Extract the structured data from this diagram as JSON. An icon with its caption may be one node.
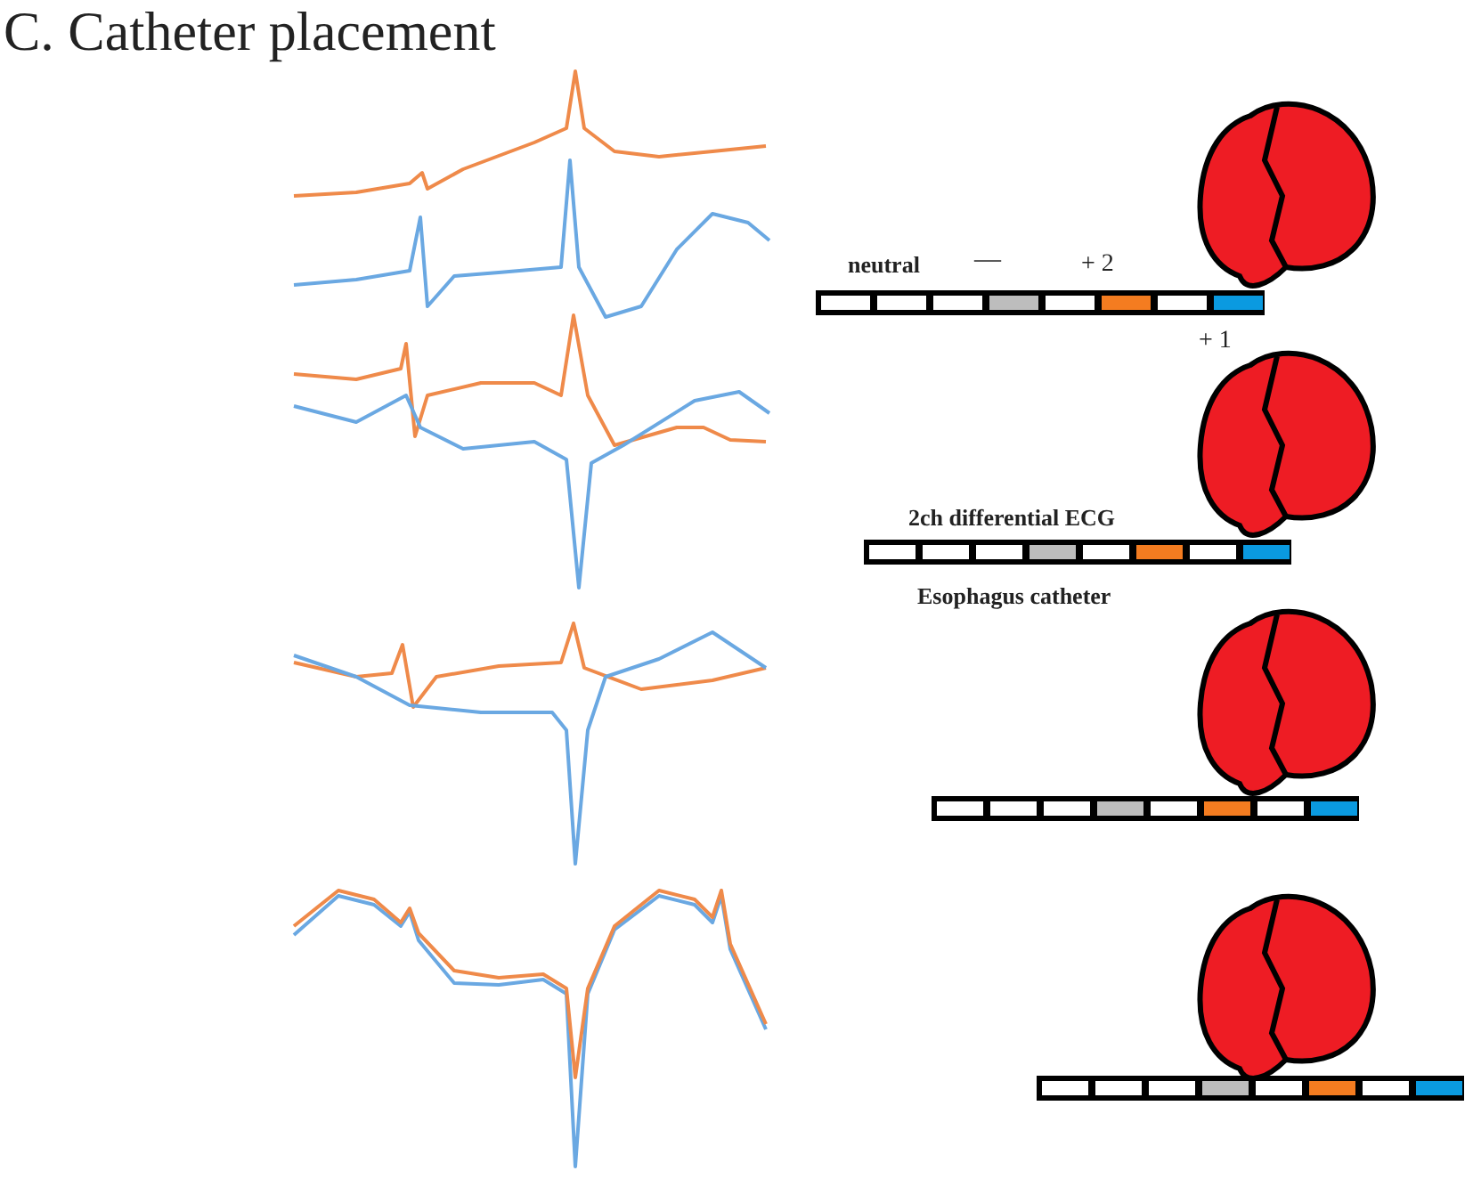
{
  "diagram": {
    "title": "C. Catheter placement",
    "labels": [
      "neutral",
      "—",
      "+ 2",
      "+ 1",
      "2ch differential ECG",
      "Esophagus catheter"
    ]
  }
}
